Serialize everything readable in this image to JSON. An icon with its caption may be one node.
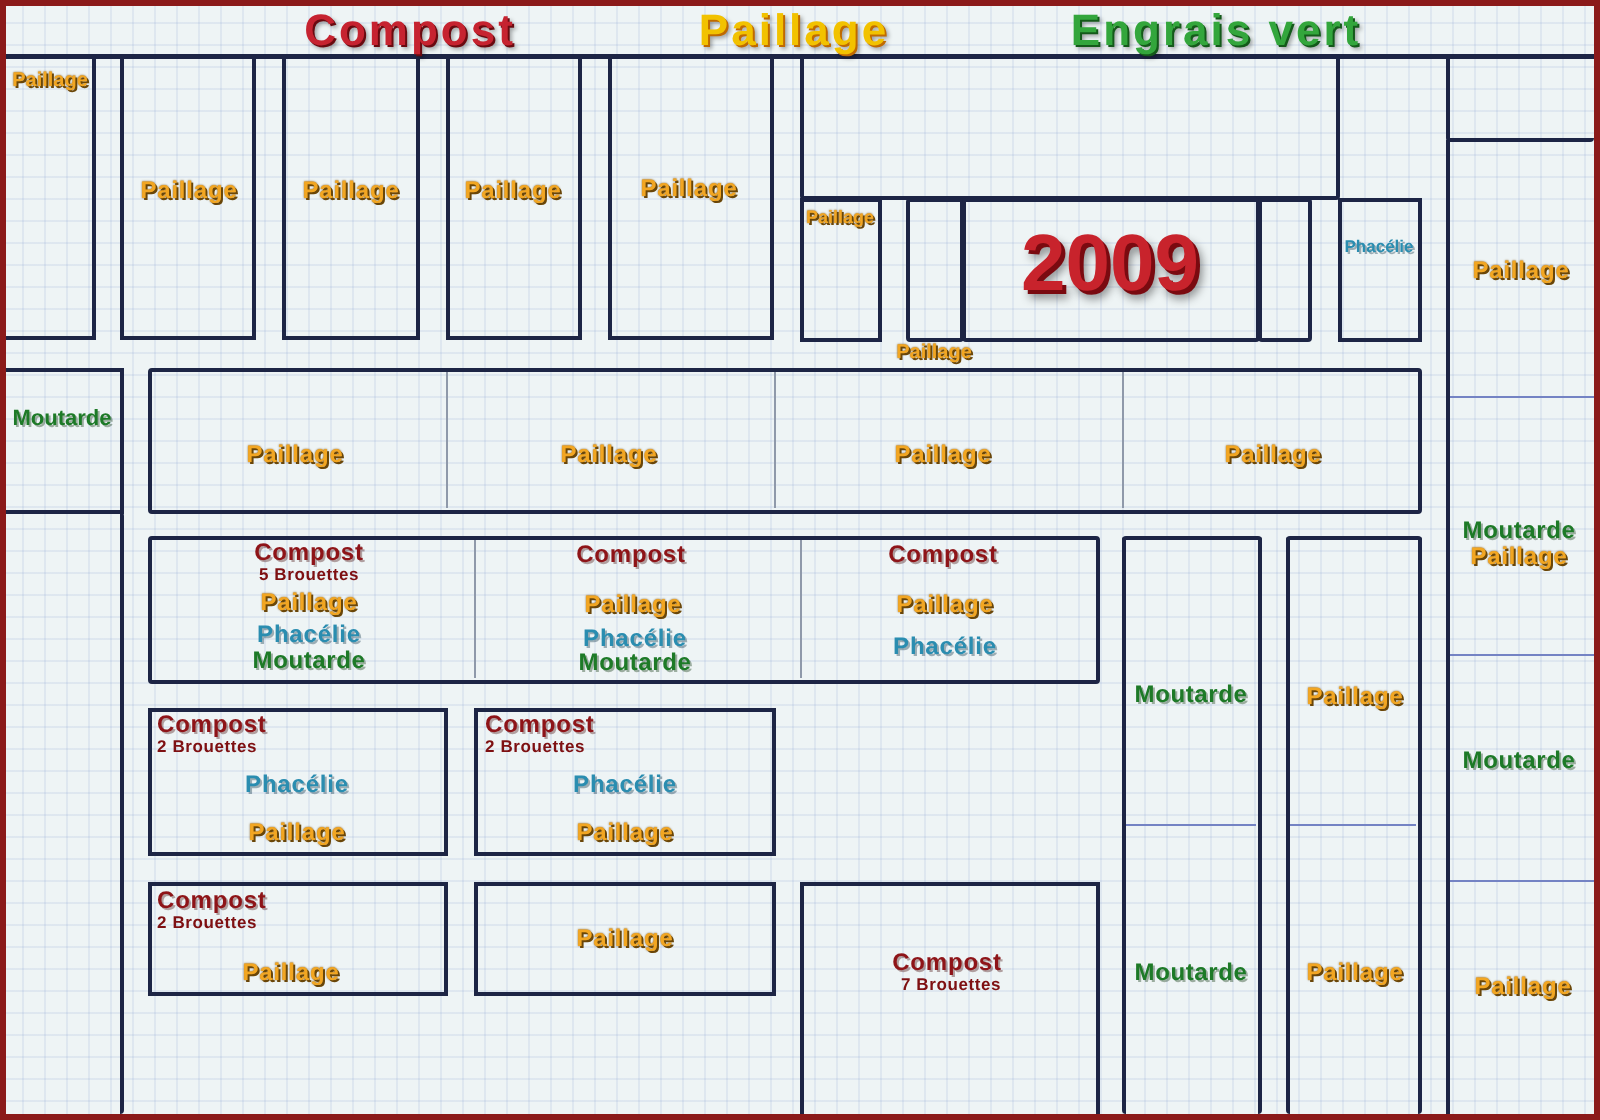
{
  "diagram": {
    "title": "2009",
    "nodes": [
      {
        "text": [
          "Paillage"
        ]
      },
      {
        "text": [
          "Paillage"
        ]
      },
      {
        "text": [
          "Paillage"
        ]
      },
      {
        "text": [
          "Paillage"
        ]
      },
      {
        "text": [
          "Paillage"
        ]
      },
      {
        "text": [],
        "shape": "box"
      },
      {
        "text": [],
        "shape": "box"
      },
      {
        "text": [
          "Paillage"
        ]
      },
      {
        "text": [],
        "shape": "box",
        "beside": [
          "Paillage"
        ]
      },
      {
        "text": [],
        "shape": "box"
      },
      {
        "text": [],
        "shape": "box"
      },
      {
        "text": [
          "Phacélie"
        ]
      },
      {
        "text": [
          "Paillage"
        ]
      },
      {
        "text": [
          "Moutarde"
        ]
      },
      {
        "text": [],
        "shape": "box"
      },
      {
        "text": [
          "Paillage"
        ],
        "in": 14
      },
      {
        "text": [
          "Paillage"
        ],
        "in": 14
      },
      {
        "text": [
          "Paillage"
        ],
        "in": 14
      },
      {
        "text": [
          "Paillage"
        ],
        "in": 14
      },
      {
        "text": [
          "Moutarde",
          "Paillage"
        ]
      },
      {
        "text": [],
        "shape": "box"
      },
      {
        "text": [],
        "shape": "box"
      },
      {
        "text": [
          "Compost",
          "5 Brouettes",
          "Paillage",
          "Phacélie",
          "Moutarde"
        ],
        "in": 21
      },
      {
        "text": [
          "Compost",
          "Paillage",
          "Phacélie",
          "Moutarde"
        ],
        "in": 21
      },
      {
        "text": [
          "Compost",
          "Paillage",
          "Phacélie"
        ],
        "in": 21
      },
      {
        "text": [],
        "shape": "box"
      },
      {
        "text": [
          "Moutarde"
        ],
        "in": 25
      },
      {
        "text": [
          "Moutarde"
        ],
        "in": 25
      },
      {
        "text": [],
        "shape": "box"
      },
      {
        "text": [
          "Paillage"
        ],
        "in": 28
      },
      {
        "text": [
          "Paillage"
        ],
        "in": 28
      },
      {
        "text": [
          "Moutarde"
        ]
      },
      {
        "text": [
          "Compost",
          "2 Brouettes",
          "Phacélie",
          "Paillage"
        ]
      },
      {
        "text": [
          "Compost",
          "2 Brouettes",
          "Phacélie",
          "Paillage"
        ]
      },
      {
        "text": [
          "Paillage"
        ]
      },
      {
        "text": [
          "Compost",
          "2 Brouettes",
          "Paillage"
        ]
      },
      {
        "text": [
          "Paillage"
        ]
      },
      {
        "text": [
          "Compost",
          "7 Brouettes"
        ]
      }
    ],
    "legend": [
      {
        "text": "Compost",
        "color": "#c62330"
      },
      {
        "text": "Paillage",
        "color": "#f2c200"
      },
      {
        "text": "Engrais vert",
        "color": "#33a63c"
      }
    ]
  }
}
